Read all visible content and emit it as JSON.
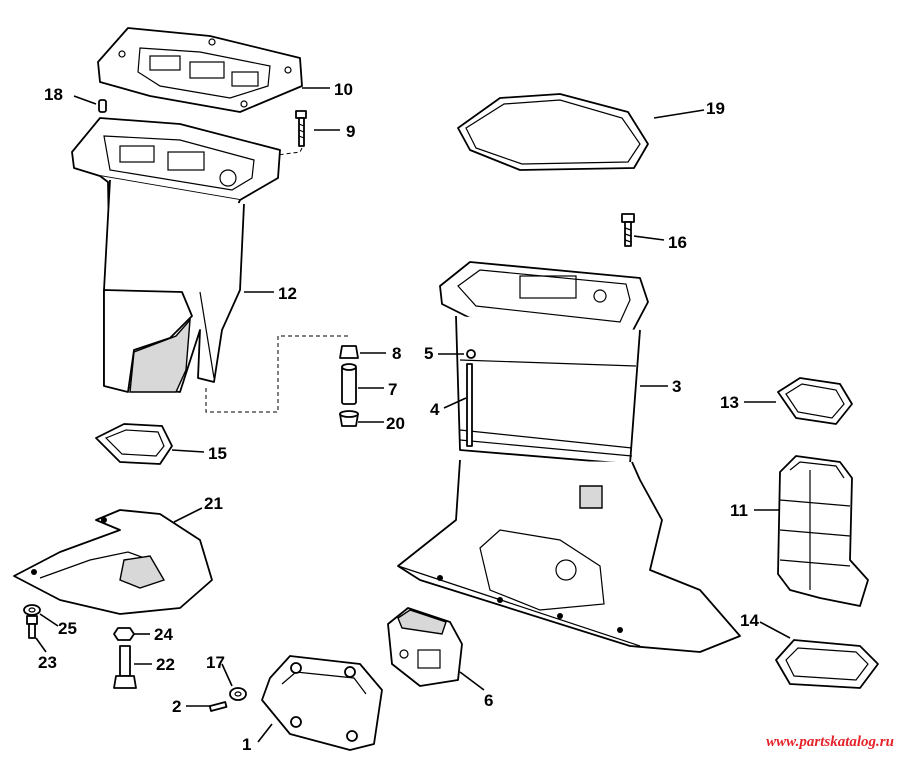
{
  "watermark": {
    "text": "www.partskatalog.ru",
    "color": "#e5232a"
  },
  "colors": {
    "ink": "#000000",
    "paper": "#ffffff"
  },
  "callouts": [
    {
      "id": "1",
      "label": "1"
    },
    {
      "id": "2",
      "label": "2"
    },
    {
      "id": "3",
      "label": "3"
    },
    {
      "id": "4",
      "label": "4"
    },
    {
      "id": "5",
      "label": "5"
    },
    {
      "id": "6",
      "label": "6"
    },
    {
      "id": "7",
      "label": "7"
    },
    {
      "id": "8",
      "label": "8"
    },
    {
      "id": "9",
      "label": "9"
    },
    {
      "id": "10",
      "label": "10"
    },
    {
      "id": "11",
      "label": "11"
    },
    {
      "id": "12",
      "label": "12"
    },
    {
      "id": "13",
      "label": "13"
    },
    {
      "id": "14",
      "label": "14"
    },
    {
      "id": "15",
      "label": "15"
    },
    {
      "id": "16",
      "label": "16"
    },
    {
      "id": "17",
      "label": "17"
    },
    {
      "id": "18",
      "label": "18"
    },
    {
      "id": "19",
      "label": "19"
    },
    {
      "id": "20",
      "label": "20"
    },
    {
      "id": "21",
      "label": "21"
    },
    {
      "id": "22",
      "label": "22"
    },
    {
      "id": "23",
      "label": "23"
    },
    {
      "id": "24",
      "label": "24"
    },
    {
      "id": "25",
      "label": "25"
    }
  ]
}
